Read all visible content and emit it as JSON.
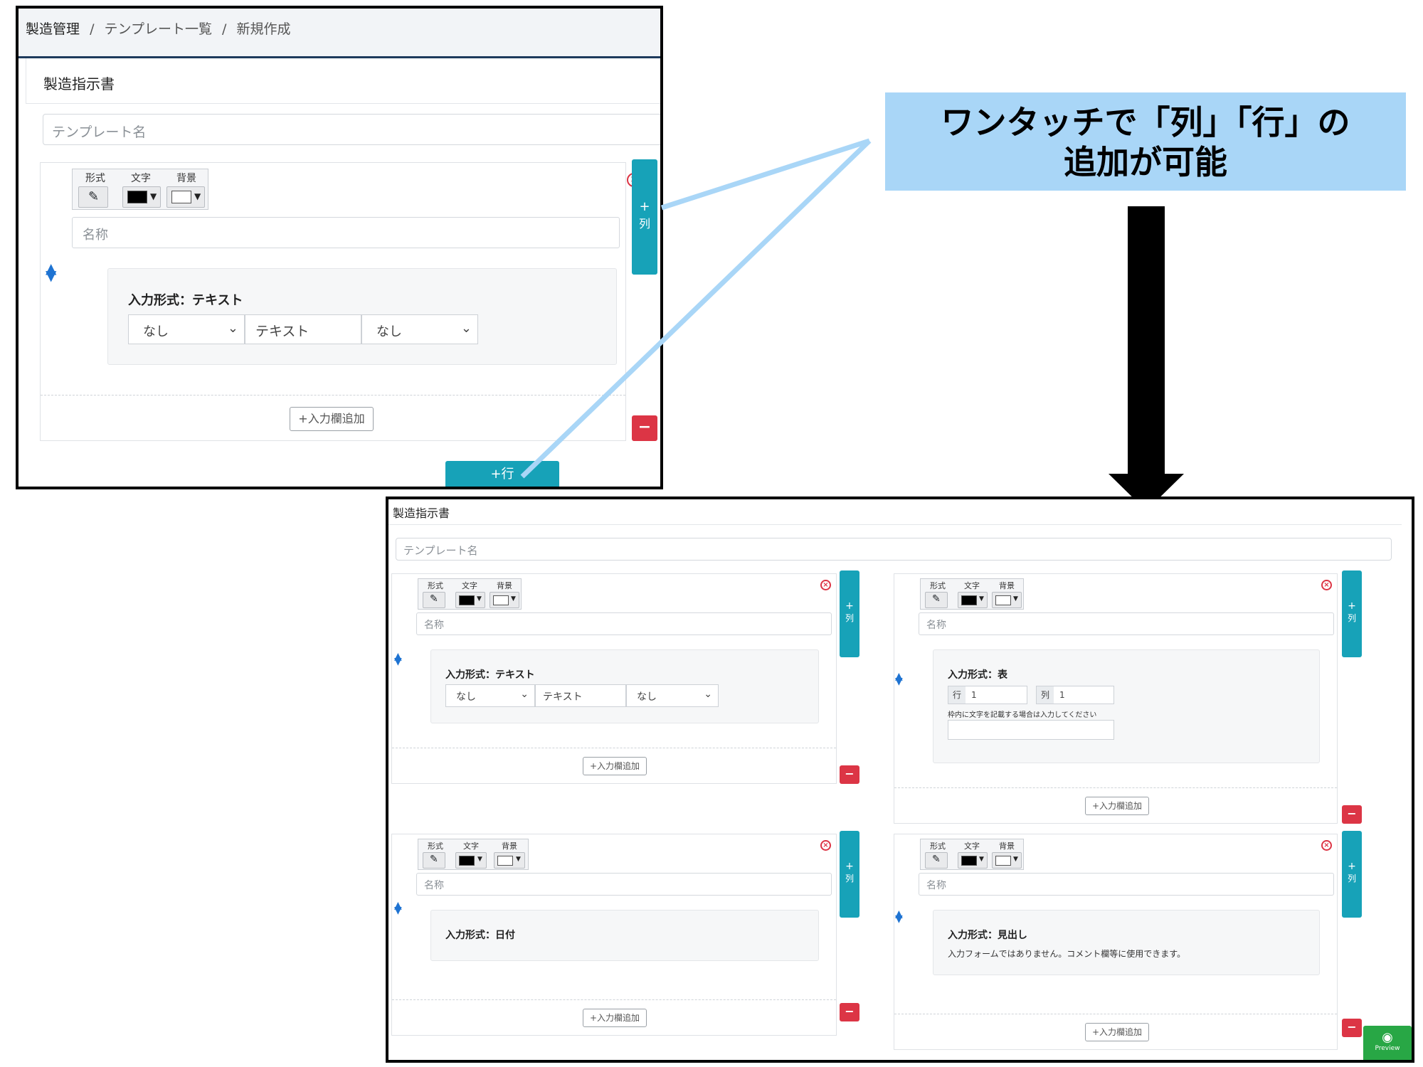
{
  "breadcrumb": [
    "製造管理",
    "テンプレート一覧",
    "新規作成"
  ],
  "breadcrumb_sep": "/",
  "form_title": "製造指示書",
  "template_name_placeholder": "テンプレート名",
  "toolbar": {
    "format": "形式",
    "text_color": "文字",
    "background": "背景",
    "caret": "▼"
  },
  "name_placeholder": "名称",
  "col_button": {
    "plus": "+",
    "label": "列"
  },
  "row_button": "+行",
  "add_field_button": "+入力欄追加",
  "minus": "−",
  "close": "×",
  "callout": {
    "line1": "ワンタッチで「列」「行」の",
    "line2": "追加が可能"
  },
  "cards": {
    "text": {
      "heading": "入力形式：テキスト",
      "select1": "なし",
      "middle": "テキスト",
      "select2": "なし"
    },
    "table": {
      "heading": "入力形式：表",
      "row_label": "行",
      "row_value": "1",
      "col_label": "列",
      "col_value": "1",
      "hint": "枠内に文字を記載する場合は入力してください"
    },
    "date": {
      "heading": "入力形式：日付"
    },
    "headline": {
      "heading": "入力形式：見出し",
      "note": "入力フォームではありません。コメント欄等に使用できます。"
    }
  },
  "preview_label": "Preview",
  "colors": {
    "accent": "#17a2b8",
    "danger": "#dc3545",
    "callout": "#a9d6f7",
    "arrow": "#a9d6f7"
  }
}
